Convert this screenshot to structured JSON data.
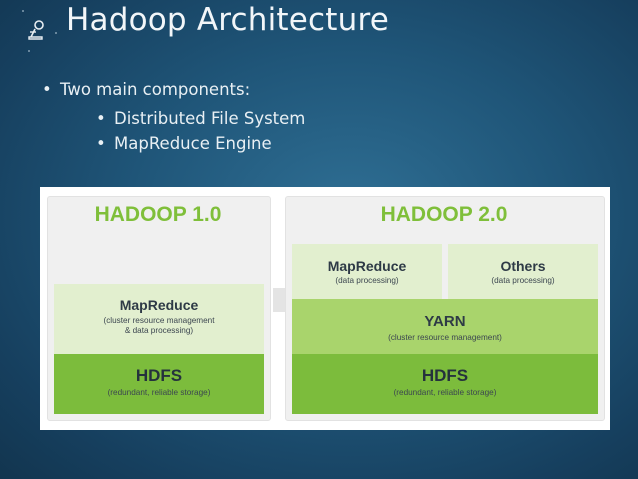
{
  "header": {
    "title": "Hadoop Architecture"
  },
  "bullets": {
    "main": "Two main components:",
    "sub": [
      "Distributed File System",
      "MapReduce Engine"
    ]
  },
  "diagram": {
    "v1": {
      "title": "HADOOP 1.0",
      "mapreduce_title": "MapReduce",
      "mapreduce_sub1": "(cluster resource management",
      "mapreduce_sub2": "& data processing)",
      "hdfs_title": "HDFS",
      "hdfs_sub": "(redundant, reliable storage)"
    },
    "v2": {
      "title": "HADOOP 2.0",
      "mapreduce_title": "MapReduce",
      "mapreduce_sub": "(data processing)",
      "others_title": "Others",
      "others_sub": "(data processing)",
      "yarn_title": "YARN",
      "yarn_sub": "(cluster resource management)",
      "hdfs_title": "HDFS",
      "hdfs_sub": "(redundant, reliable storage)"
    }
  },
  "colors": {
    "accent_green": "#7fbf3a",
    "light_green_box": "#dcecc3",
    "mid_green": "#a9d46c",
    "dark_green": "#7cbc3c"
  }
}
